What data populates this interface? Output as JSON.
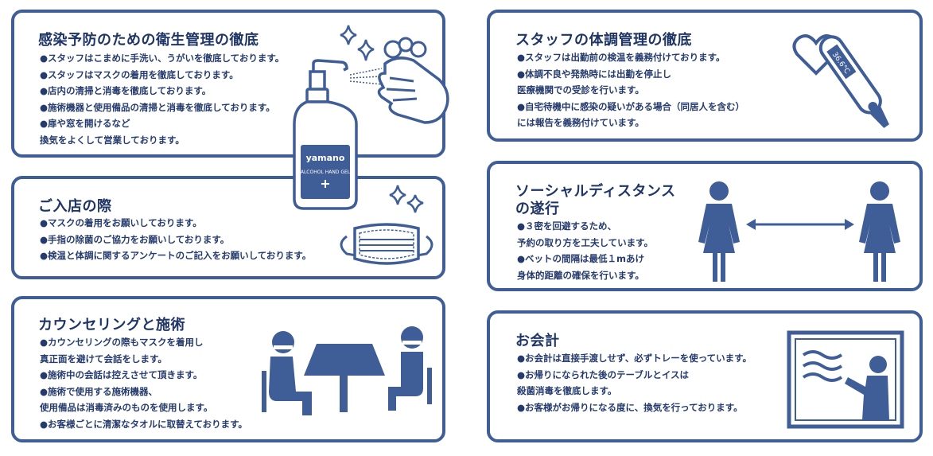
{
  "colors": {
    "primary": "#3f5d96",
    "text": "#1f3566",
    "background": "#ffffff"
  },
  "hygiene": {
    "title": "感染予防のための衛生管理の徹底",
    "lines": [
      "●スタッフはこまめに手洗い、うがいを徹底しております。",
      "●スタッフはマスクの着用を徹底しております。",
      "●店内の清掃と消毒を徹底しております。",
      "●施術機器と使用備品の清掃と消毒を徹底しております。",
      "●扉や窓を開けるなど",
      "換気をよくして営業しております。"
    ],
    "bottle_brand": "yamano",
    "bottle_label": "ALCOHOL HAND GEL",
    "icons": [
      "sanitizer-bottle-icon",
      "washing-hands-icon",
      "sparkle-icon"
    ]
  },
  "entry": {
    "title": "ご入店の際",
    "lines": [
      "●マスクの着用をお願いしております。",
      "●手指の除菌のご協力をお願いしております。",
      "●検温と体調に関するアンケートのご記入をお願いしております。"
    ],
    "icons": [
      "mask-icon",
      "sparkle-icon"
    ]
  },
  "counseling": {
    "title": "カウンセリングと施術",
    "lines": [
      "●カウンセリングの際もマスクを着用し",
      "真正面を避けて会話をします。",
      "●施術中の会話は控えさせて頂きます。",
      "●施術で使用する施術機器、",
      "使用備品は消毒済みのものを使用します。",
      "●お客様ごとに清潔なタオルに取替えております。"
    ],
    "icons": [
      "seated-people-table-icon"
    ]
  },
  "staff_health": {
    "title": "スタッフの体調管理の徹底",
    "lines": [
      "●スタッフは出勤前の検温を義務付けております。",
      "●体調不良や発熱時には出勤を停止し",
      "医療機関での受診を行います。",
      "●自宅待機中に感染の疑いがある場合（同居人を含む）",
      "には報告を義務付けています。"
    ],
    "thermometer_reading": "36.6°C",
    "icons": [
      "heart-icon",
      "thermometer-icon"
    ]
  },
  "distance": {
    "title_line1": "ソーシャルディスタンス",
    "title_line2": "の遂行",
    "lines": [
      "●３密を回避するため、",
      "予約の取り方を工夫しています。",
      "●ベットの間隔は最低１mあけ",
      "身体的距離の確保を行います。"
    ],
    "icons": [
      "person-icon",
      "double-arrow-icon"
    ]
  },
  "checkout": {
    "title": "お会計",
    "lines": [
      "●お会計は直接手渡しせず、必ずトレーを使っています。",
      "●お帰りになられた後のテーブルとイスは",
      "殺菌消毒を徹底します。",
      "●お客様がお帰りになる度に、換気を行っております。"
    ],
    "icons": [
      "ventilation-window-icon"
    ]
  }
}
